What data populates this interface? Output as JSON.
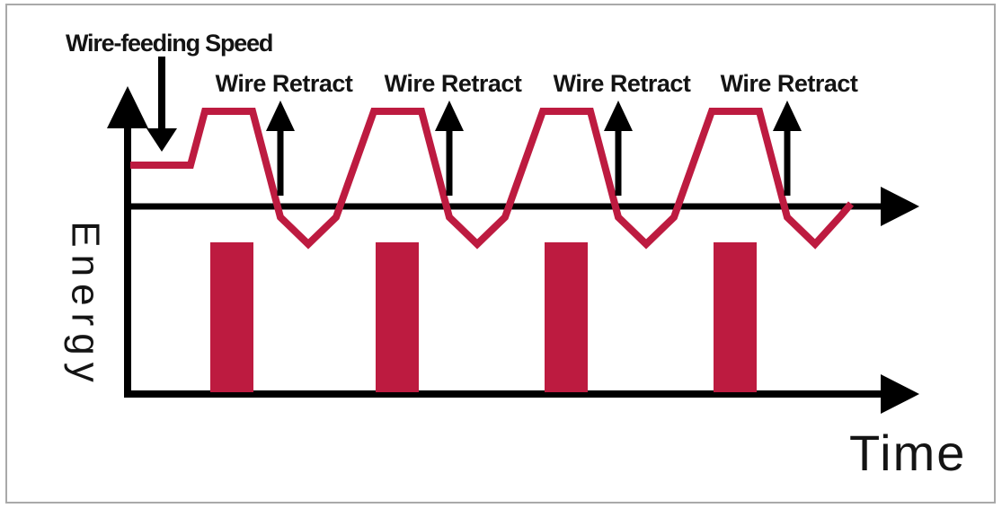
{
  "figure": {
    "background": "#ffffff",
    "border_color": "#a9a9a9"
  },
  "colors": {
    "accent": "#bd1b40",
    "axis": "#000000"
  },
  "labels": {
    "wire_feeding_speed": "Wire-feeding Speed",
    "energy_axis": "Energy",
    "time_axis": "Time"
  },
  "retract_labels": [
    "Wire Retract",
    "Wire Retract",
    "Wire Retract",
    "Wire Retract"
  ],
  "diagram": {
    "type": "waveform-timing-diagram",
    "cycles": 4,
    "energy_pulses": 4,
    "retract_events": 4
  }
}
